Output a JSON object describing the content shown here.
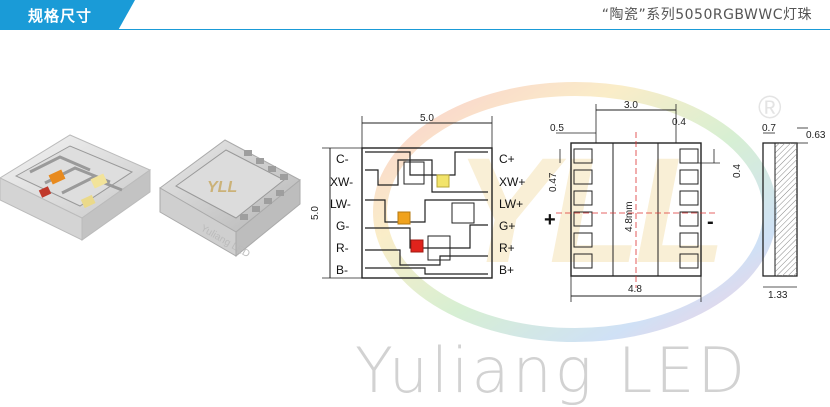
{
  "header": {
    "tab_label": "规格尺寸",
    "product_title": "“陶瓷”系列5050RGBWWC灯珠"
  },
  "photo": {
    "logo_text": "YLL",
    "lens_watermark": "Yuliang LED"
  },
  "top_view": {
    "width_label": "5.0",
    "height_label": "5.0",
    "left_pins": [
      "C-",
      "XW-",
      "LW-",
      "G-",
      "R-",
      "B-"
    ],
    "right_pins": [
      "C+",
      "XW+",
      "LW+",
      "G+",
      "R+",
      "B+"
    ]
  },
  "bottom_view": {
    "dim_top": "3.0",
    "dim_pad_width": "0.5",
    "dim_pad_pitch_top": "0.4",
    "dim_right_pad": "0.4",
    "dim_pad_height": "0.47",
    "dim_center": "4.8mm",
    "dim_bottom": "4.8",
    "plus_sign": "+",
    "minus_sign": "-"
  },
  "side_view": {
    "dim_top": "0.7",
    "dim_right": "0.63",
    "dim_bottom": "1.33"
  },
  "watermark": {
    "logo_letters": "YLL",
    "registered": "®",
    "brand_text": "Yuliang LED"
  }
}
